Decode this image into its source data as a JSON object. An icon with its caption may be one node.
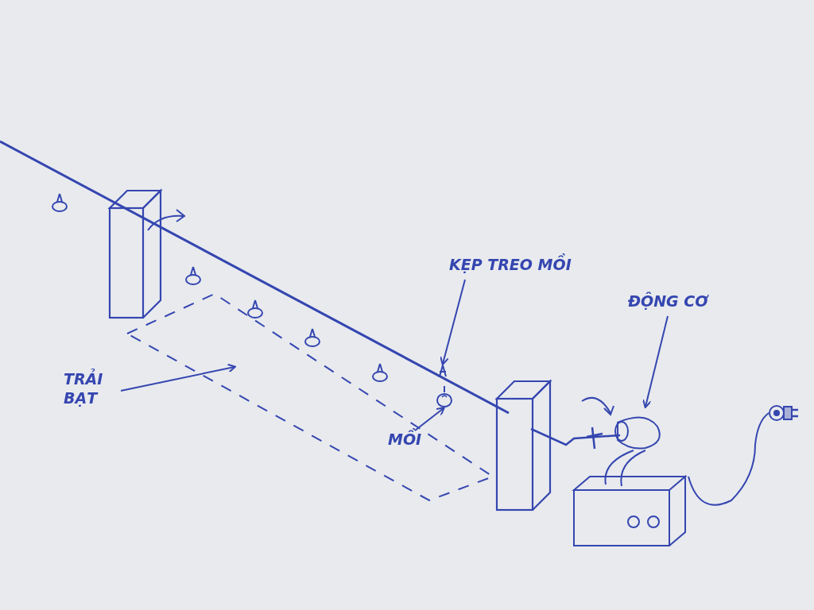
{
  "diagram": {
    "nodes": [
      {
        "text": [
          "KẸP TREO MỒI"
        ]
      },
      {
        "text": [],
        "shape": "picture"
      },
      {
        "text": [
          "ĐỘNG CƠ"
        ]
      },
      {
        "text": [],
        "shape": "picture"
      },
      {
        "text": [
          "TRẢI BẠT"
        ]
      },
      {
        "text": [],
        "shape": "picture"
      },
      {
        "text": [
          "MỒI"
        ],
        "in": 5
      },
      {
        "text": [],
        "shape": "picture"
      },
      {
        "text": [],
        "shape": "picture"
      }
    ],
    "edges": [
      {
        "from": 0,
        "to": 1,
        "arrow": "to"
      },
      {
        "from": 2,
        "to": 3,
        "arrow": "to"
      },
      {
        "from": 4,
        "to": 5,
        "arrow": "to"
      },
      {
        "from": 6,
        "to": 7,
        "arrow": "to"
      },
      {
        "from": 3,
        "to": 8,
        "arrow": "none"
      }
    ]
  }
}
